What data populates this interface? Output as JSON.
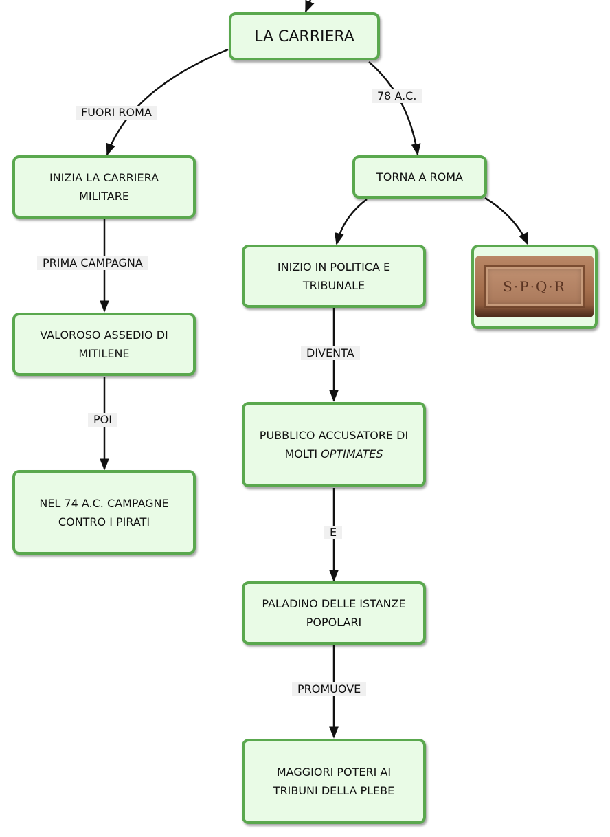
{
  "nodes": {
    "root": "LA CARRIERA",
    "militare": "INIZIA LA CARRIERA\nMILITARE",
    "roma": "TORNA A ROMA",
    "mitilene": "VALOROSO ASSEDIO DI\nMITILENE",
    "pirati": "NEL 74 A.C. CAMPAGNE\nCONTRO I PIRATI",
    "politica": "INIZIO IN POLITICA E\nTRIBUNALE",
    "accusatore_line1": "PUBBLICO ACCUSATORE DI",
    "accusatore_line2": "MOLTI ",
    "accusatore_italic": "OPTIMATES",
    "paladino": "PALADINO DELLE ISTANZE\nPOPOLARI",
    "poteri": "MAGGIORI POTERI AI\nTRIBUNI DELLA PLEBE",
    "image_text": "S·P·Q·R"
  },
  "edge_labels": {
    "fuori_roma": "FUORI ROMA",
    "a78": "78 A.C.",
    "prima_campagna": "PRIMA CAMPAGNA",
    "poi": "POI",
    "diventa": "DIVENTA",
    "e": "E",
    "promuove": "PROMUOVE"
  },
  "colors": {
    "node_fill": "#e9fbe6",
    "node_border": "#5aa84e",
    "edge": "#111111",
    "label_bg": "#f0f0f0"
  }
}
